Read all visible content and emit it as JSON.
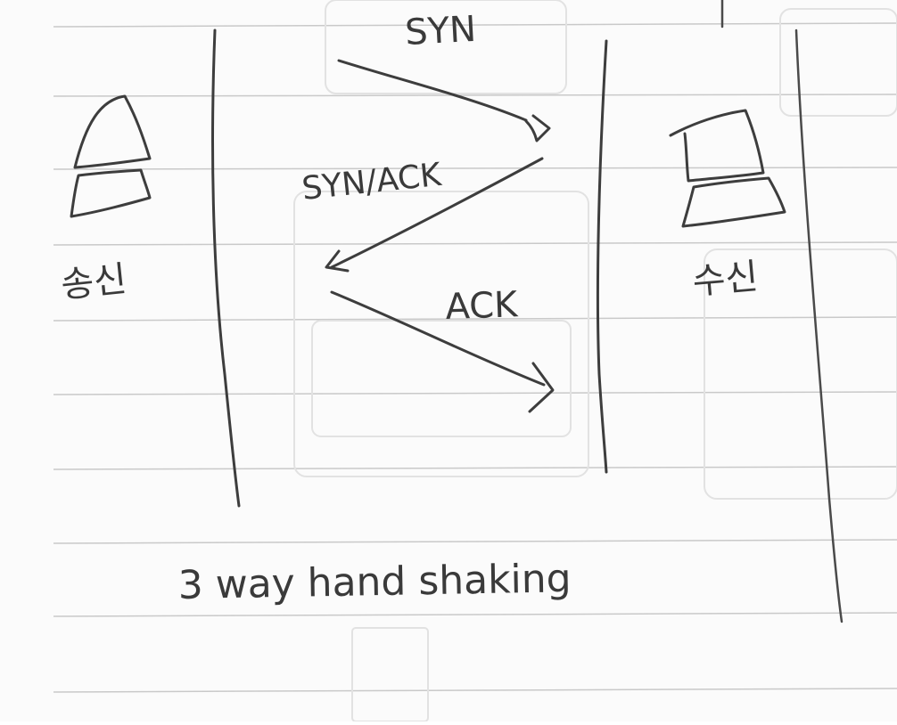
{
  "diagram": {
    "title": "3 way hand shaking",
    "sender_label": "송신",
    "receiver_label": "수신",
    "messages": [
      {
        "label": "SYN",
        "from": "sender",
        "to": "receiver"
      },
      {
        "label": "SYN/ACK",
        "from": "receiver",
        "to": "sender"
      },
      {
        "label": "ACK",
        "from": "sender",
        "to": "receiver"
      }
    ]
  },
  "colors": {
    "pencil": "#3d3d3d",
    "ruled_line": "#c9c9c9",
    "paper": "#fbfbfb"
  }
}
